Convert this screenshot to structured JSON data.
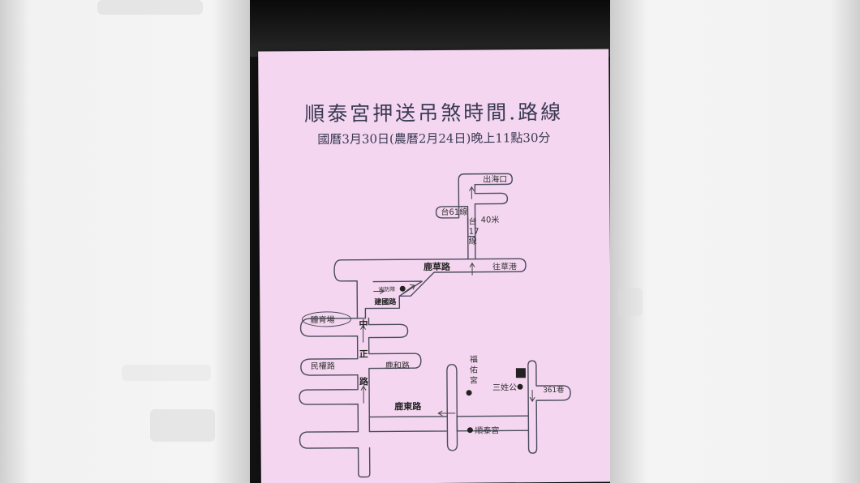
{
  "poster": {
    "title": "順泰宮押送吊煞時間.路線",
    "subtitle": "國曆3月30日(農曆2月24日)晚上11點30分"
  },
  "map": {
    "labels": {
      "sea_mouth": "出海口",
      "route61": "台61線",
      "m40": "40米",
      "route17_a": "台",
      "route17_b": "17",
      "route17_c": "線",
      "lucao_road": "鹿草路",
      "to_caogang": "往草港",
      "fire_station": "消防隊",
      "jianguo_road": "建國路",
      "stadium": "體育場",
      "zhongzheng_1": "中",
      "zhongzheng_2": "正",
      "zhongzheng_3": "路",
      "minquan_road": "民權路",
      "luhe_road": "鹿和路",
      "fuyou_1": "福",
      "fuyou_2": "佑",
      "fuyou_3": "宮",
      "sanxinggong": "三姓公",
      "lane361": "361巷",
      "ludong_road": "鹿東路",
      "shuntai_temple": "順泰宮"
    }
  }
}
